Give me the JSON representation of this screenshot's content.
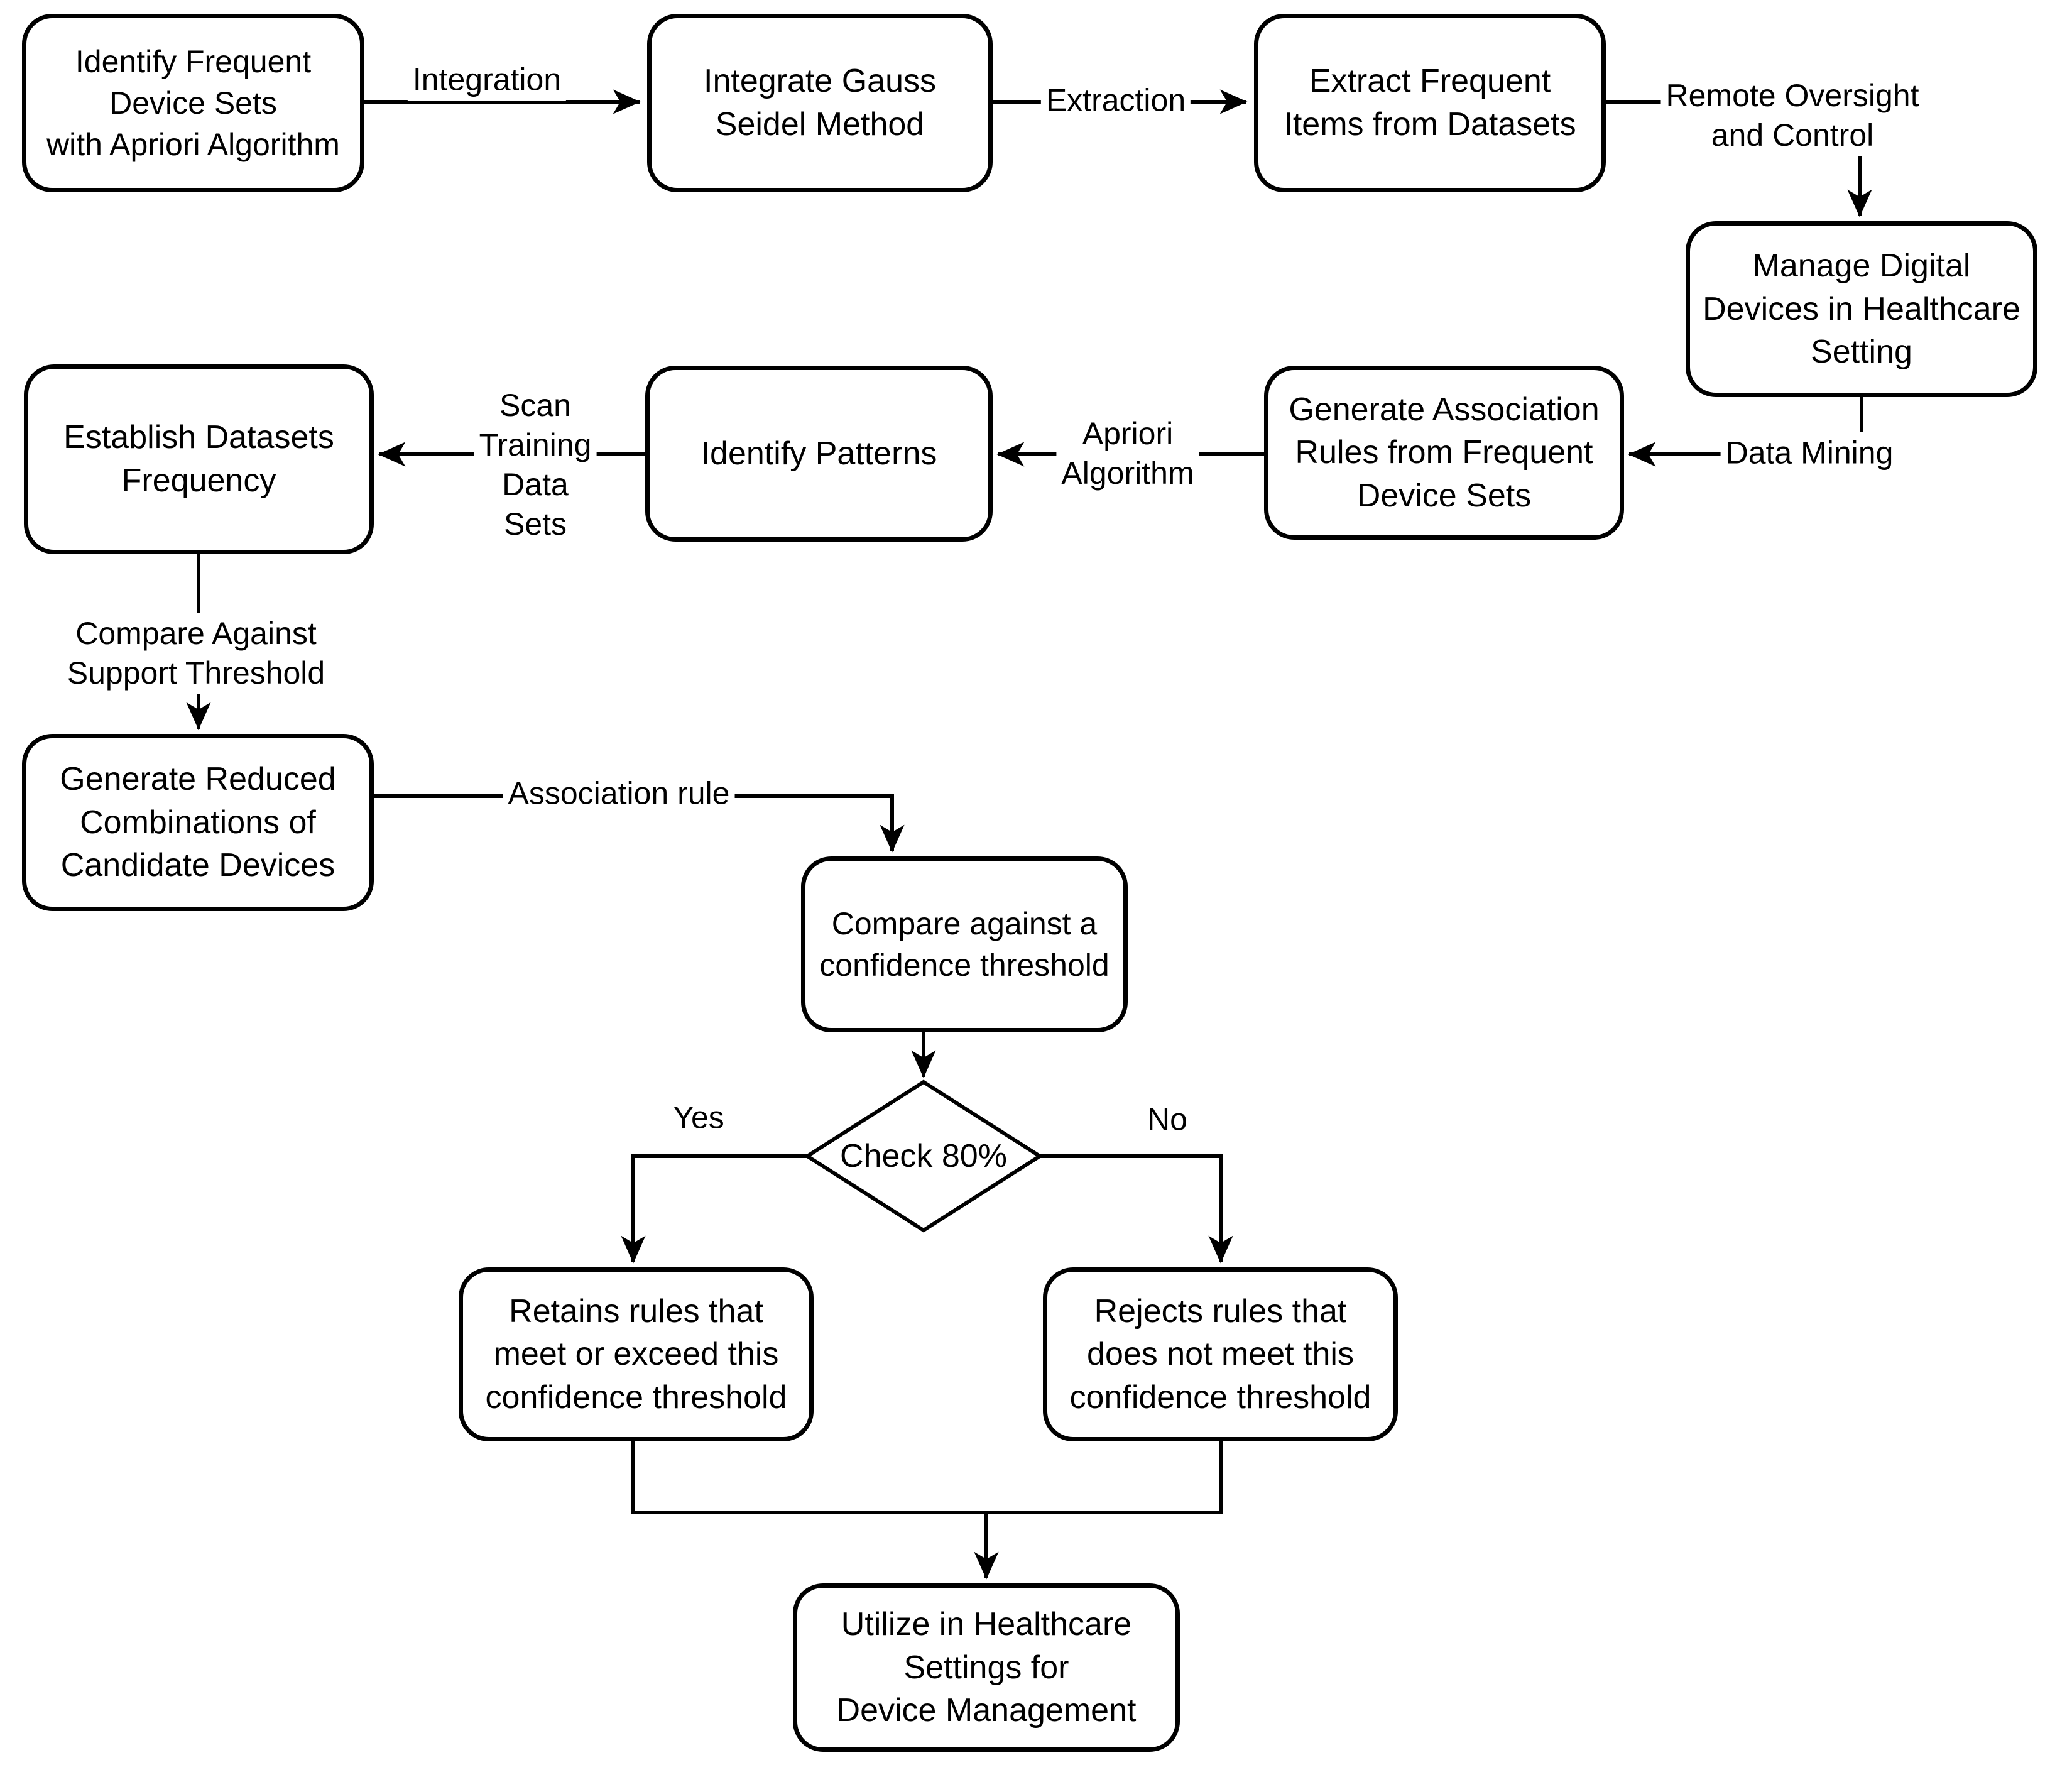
{
  "canvas": {
    "background_color": "#ffffff",
    "stroke_color": "#000000",
    "text_color": "#000000"
  },
  "nodes": [
    {
      "id": "identify-frequent-device-sets",
      "shape": "rounded-rect",
      "label": "Identify Frequent\nDevice Sets\nwith Apriori Algorithm"
    },
    {
      "id": "integrate-gauss-seidel",
      "shape": "rounded-rect",
      "label": "Integrate Gauss\nSeidel Method"
    },
    {
      "id": "extract-frequent-items",
      "shape": "rounded-rect",
      "label": "Extract Frequent\nItems from Datasets"
    },
    {
      "id": "manage-digital-devices",
      "shape": "rounded-rect",
      "label": "Manage Digital\nDevices in Healthcare\nSetting"
    },
    {
      "id": "generate-association-rules",
      "shape": "rounded-rect",
      "label": "Generate Association\nRules from Frequent\nDevice Sets"
    },
    {
      "id": "identify-patterns",
      "shape": "rounded-rect",
      "label": "Identify Patterns"
    },
    {
      "id": "establish-datasets-frequency",
      "shape": "rounded-rect",
      "label": "Establish Datasets\nFrequency"
    },
    {
      "id": "generate-reduced-combinations",
      "shape": "rounded-rect",
      "label": "Generate Reduced\nCombinations of\nCandidate Devices"
    },
    {
      "id": "compare-confidence-threshold",
      "shape": "rounded-rect",
      "label": "Compare against a\nconfidence threshold"
    },
    {
      "id": "check-80",
      "shape": "decision-diamond",
      "label": "Check 80%"
    },
    {
      "id": "retains-rules",
      "shape": "rounded-rect",
      "label": "Retains rules that\nmeet or exceed this\nconfidence threshold"
    },
    {
      "id": "rejects-rules",
      "shape": "rounded-rect",
      "label": "Rejects rules that\ndoes not meet this\nconfidence threshold"
    },
    {
      "id": "utilize-healthcare",
      "shape": "rounded-rect",
      "label": "Utilize in Healthcare\nSettings for\nDevice Management"
    }
  ],
  "edge_labels": [
    {
      "id": "integration",
      "text": "Integration"
    },
    {
      "id": "extraction",
      "text": "Extraction"
    },
    {
      "id": "remote-oversight-and-control",
      "text": "Remote Oversight\nand Control"
    },
    {
      "id": "data-mining",
      "text": "Data Mining"
    },
    {
      "id": "apriori-algorithm",
      "text": "Apriori\nAlgorithm"
    },
    {
      "id": "scan-training-data-sets",
      "text": "Scan\nTraining\nData\nSets"
    },
    {
      "id": "compare-against-support-threshold",
      "text": "Compare Against\nSupport Threshold"
    },
    {
      "id": "association-rule",
      "text": "Association rule"
    },
    {
      "id": "yes",
      "text": "Yes"
    },
    {
      "id": "no",
      "text": "No"
    }
  ]
}
